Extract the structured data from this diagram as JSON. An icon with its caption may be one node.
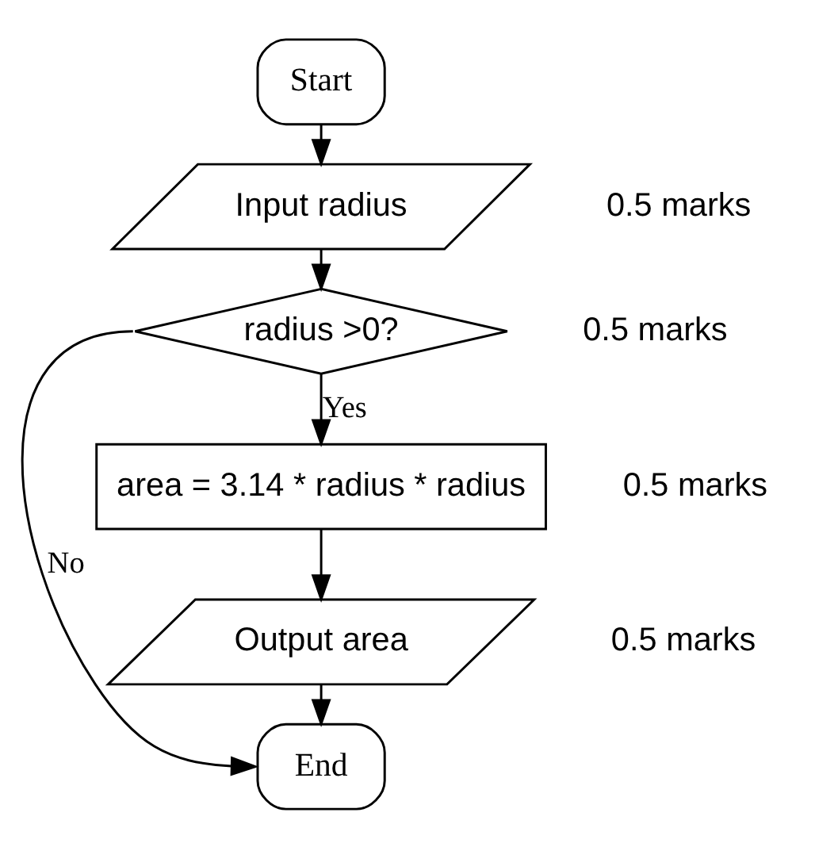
{
  "diagram": {
    "nodes": [
      {
        "text": [
          "Start"
        ]
      },
      {
        "text": [
          "Input radius"
        ],
        "beside": [
          "0.5 marks"
        ]
      },
      {
        "text": [
          "radius >0?"
        ],
        "beside": [
          "0.5 marks"
        ]
      },
      {
        "text": [
          "area = 3.14 * radius * radius"
        ],
        "beside": [
          "0.5 marks"
        ]
      },
      {
        "text": [
          "Output area"
        ],
        "beside": [
          "0.5 marks"
        ]
      },
      {
        "text": [
          "End"
        ]
      }
    ],
    "edges": [
      {
        "from": 0,
        "to": 1,
        "arrow": "to"
      },
      {
        "from": 1,
        "to": 2,
        "arrow": "to"
      },
      {
        "from": 2,
        "to": 3,
        "arrow": "to",
        "label": "Yes"
      },
      {
        "from": 3,
        "to": 4,
        "arrow": "to"
      },
      {
        "from": 4,
        "to": 5,
        "arrow": "to"
      },
      {
        "from": 2,
        "to": 5,
        "arrow": "to",
        "label": "No"
      }
    ]
  }
}
